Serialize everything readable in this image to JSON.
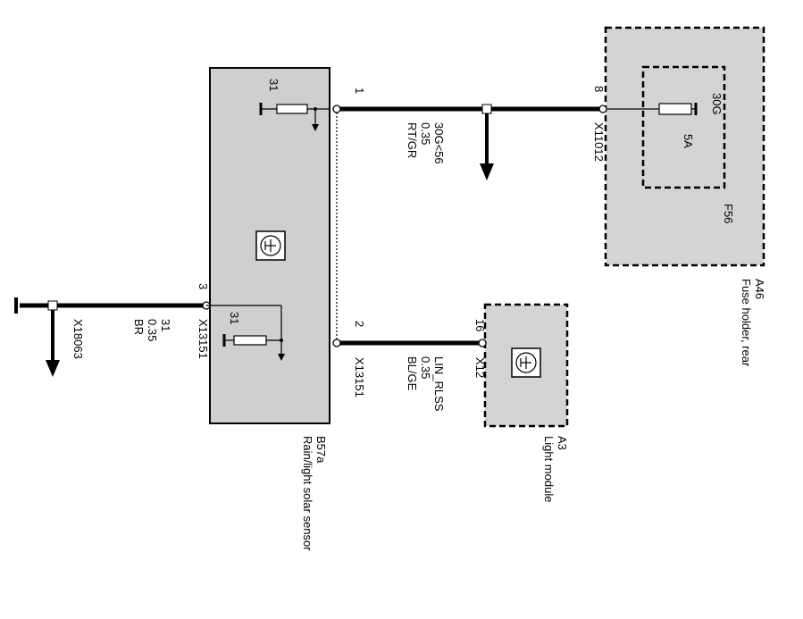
{
  "components": {
    "sensor": {
      "id": "B57a",
      "name": "Rain/light solar sensor"
    },
    "light_module": {
      "id": "A3",
      "name": "Light module"
    },
    "fuse_holder": {
      "id": "A46",
      "name": "Fuse holder, rear"
    },
    "fuse": {
      "id": "F56",
      "terminal": "30G",
      "rating": "5A"
    }
  },
  "connectors": {
    "x13151": "X13151",
    "x13151_b": "X13151",
    "x12": "X12",
    "x11012": "X11012",
    "x18063": "X18063"
  },
  "pins": {
    "sensor_pin1": "1",
    "sensor_pin2": "2",
    "sensor_pin3": "3",
    "light_pin16": "16",
    "fuse_pin8": "8",
    "ground_31_top": "31",
    "ground_31_bottom": "31"
  },
  "wires": {
    "power": {
      "signal": "30G<56",
      "gauge": "0.35",
      "color": "RT/GR"
    },
    "lin": {
      "signal": "LIN_RLSS",
      "gauge": "0.35",
      "color": "BL/GE"
    },
    "ground": {
      "signal": "31",
      "gauge": "0.35",
      "color": "BR"
    }
  }
}
